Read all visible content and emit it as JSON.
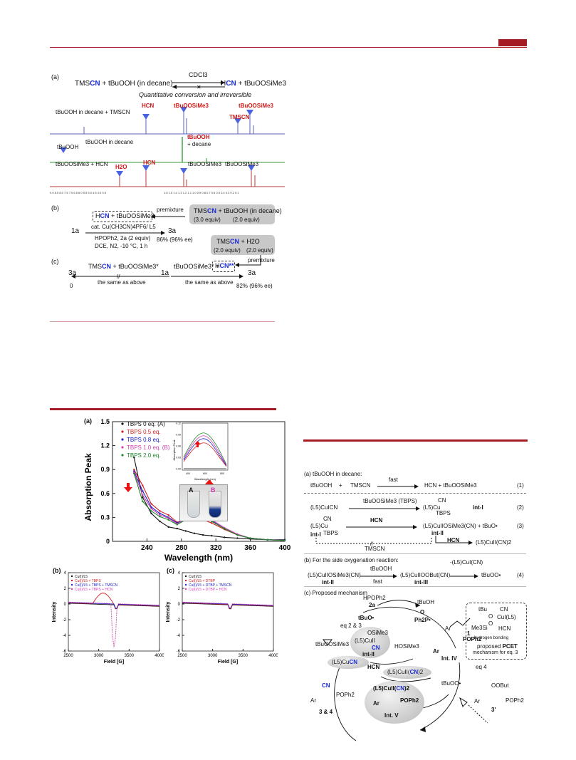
{
  "scheme_top": {
    "label_a": "(a)",
    "reactant1": "TMS",
    "reactant1_cn": "CN",
    "plus1": "+",
    "reactant2": "tBuOOH (in decane)",
    "solvent": "CDCl3",
    "product1_h": "H",
    "product1_cn": "CN",
    "plus2": "+",
    "product2": "tBuOOSiMe3",
    "note": "Quantitative conversion and irreversible",
    "nmr_labels": {
      "row1": "tBuOOH in decane + TMSCN",
      "row2": "tBuOOH in decane",
      "row2b": "tBuOOH",
      "row2c": "tBuOOH",
      "row2d": "+ decane",
      "row3": "tBuOOSiMe3 + HCN",
      "hcn1": "HCN",
      "hcn2": "HCN",
      "buoosime3_1": "tBuOOSiMe3",
      "buoosime3_2": "tBuOOSiMe3",
      "buoosime3_3": "tBuOOSiMe3",
      "buoosime3_4": "tBuOOSiMe3",
      "tmscn": "TMSCN",
      "h2o": "H2O"
    },
    "label_b": "(b)",
    "b_box1_h": "H",
    "b_box1_cn": "CN",
    "b_box1_rest": "+ tBuOOSiMe3",
    "premixture1": "premixture",
    "b_grey1_line1_a": "TMS",
    "b_grey1_line1_cn": "CN",
    "b_grey1_line1_b": "+ tBuOOH (in decane)",
    "b_grey1_eq1": "(3.0 equiv)",
    "b_grey1_eq2": "(2.0 equiv)",
    "reagent_line1": "cat. Cu(CH3CN)4PF6/ L5",
    "reagent_line2": "HPOPh2, 2a (2 equiv)",
    "reagent_line3": "DCE, N2, -10 °C, 1 h",
    "sm1": "1a",
    "prod1": "3a",
    "yield1": "86% (96% ee)",
    "b_grey2_a": "TMS",
    "b_grey2_cn": "CN",
    "b_grey2_b": "+ H2O",
    "b_grey2_eq1": "(2.0 equiv)",
    "b_grey2_eq2": "(2.0 equiv)",
    "premixture2": "premixture",
    "label_c": "(c)",
    "c_left_a": "TMS",
    "c_left_cn": "CN",
    "c_left_b": "+ tBuOOSiMe3*",
    "c_3a": "3a",
    "c_1a": "1a",
    "c_3a2": "3a",
    "c_same1": "the same as above",
    "c_zero": "0",
    "c_mid": "tBuOOSiMe3* +",
    "c_box_h": "H",
    "c_box_cn": "CN**",
    "c_same2": "the same as above",
    "yield2": "82% (96% ee)"
  },
  "uv_chart": {
    "label": "(a)",
    "chart_data": {
      "type": "scatter",
      "title": "",
      "xlabel": "Wavelength (nm)",
      "ylabel": "Absorption Peak",
      "xlim": [
        200,
        400
      ],
      "ylim": [
        0,
        1.5
      ],
      "xticks": [
        "240",
        "280",
        "320",
        "360",
        "400"
      ],
      "yticks": [
        "0",
        "0.3",
        "0.6",
        "0.9",
        "1.2",
        "1.5"
      ],
      "legend": "top-left",
      "series": [
        {
          "name": "TBPS 0 eq. (A)",
          "color": "#111111",
          "x": [
            225,
            235,
            245,
            255,
            265,
            275,
            285,
            295,
            305,
            315,
            330,
            345,
            360,
            380,
            400
          ],
          "y": [
            1.05,
            0.55,
            0.35,
            0.25,
            0.18,
            0.16,
            0.13,
            0.1,
            0.08,
            0.07,
            0.05,
            0.04,
            0.03,
            0.02,
            0.02
          ]
        },
        {
          "name": "TBPS 0.5 eq.",
          "color": "#d21f1f",
          "x": [
            225,
            235,
            245,
            255,
            265,
            275,
            285,
            295,
            305,
            315,
            330,
            345,
            360,
            380,
            400
          ],
          "y": [
            0.9,
            0.7,
            0.47,
            0.38,
            0.33,
            0.24,
            0.27,
            0.28,
            0.27,
            0.23,
            0.15,
            0.08,
            0.04,
            0.02,
            0.01
          ]
        },
        {
          "name": "TBPS 0.8 eq.",
          "color": "#1a22c8",
          "x": [
            225,
            235,
            245,
            255,
            265,
            275,
            285,
            295,
            305,
            315,
            330,
            345,
            360,
            380,
            400
          ],
          "y": [
            0.88,
            0.63,
            0.43,
            0.35,
            0.3,
            0.23,
            0.28,
            0.31,
            0.3,
            0.26,
            0.16,
            0.08,
            0.04,
            0.02,
            0.01
          ]
        },
        {
          "name": "TBPS 1.0 eq. (B)",
          "color": "#d33fb0",
          "x": [
            225,
            235,
            245,
            255,
            265,
            275,
            285,
            295,
            305,
            315,
            330,
            345,
            360,
            380,
            400
          ],
          "y": [
            0.86,
            0.58,
            0.41,
            0.33,
            0.29,
            0.22,
            0.28,
            0.33,
            0.32,
            0.27,
            0.17,
            0.09,
            0.04,
            0.02,
            0.01
          ]
        },
        {
          "name": "TBPS 2.0 eq.",
          "color": "#1f8a2a",
          "x": [
            225,
            235,
            245,
            255,
            265,
            275,
            285,
            295,
            305,
            315,
            330,
            345,
            360,
            380,
            400
          ],
          "y": [
            0.85,
            0.5,
            0.38,
            0.31,
            0.27,
            0.21,
            0.27,
            0.31,
            0.3,
            0.25,
            0.16,
            0.08,
            0.04,
            0.02,
            0.01
          ]
        }
      ]
    },
    "inset": {
      "xlabel": "Wavelength (nm)",
      "ylabel": "Absorption Peak",
      "yticks": [
        "0.00",
        "0.03",
        "0.06",
        "0.09",
        "0.12"
      ],
      "xticks": [
        "400",
        "600",
        "800"
      ],
      "vial_a": "A",
      "vial_b": "B"
    }
  },
  "epr_b": {
    "label": "(b)",
    "chart_data": {
      "type": "line",
      "xlabel": "Field [G]",
      "ylabel": "Intensity",
      "xlim": [
        2500,
        4000
      ],
      "ylim": [
        -6,
        4
      ],
      "xticks": [
        "2500",
        "3000",
        "3500",
        "4000"
      ],
      "yticks": [
        "-6",
        "-4",
        "-2",
        "0",
        "2",
        "4"
      ],
      "series": [
        {
          "name": "Cu(I)/L5",
          "color": "#111111"
        },
        {
          "name": "Cu(I)/L5 + TBPS",
          "color": "#d21f1f"
        },
        {
          "name": "Cu(I)/L5 + TBPS + TMSCN",
          "color": "#1a22c8"
        },
        {
          "name": "Cu(I)/L5 + TBPS + HCN",
          "color": "#d33fb0"
        }
      ]
    }
  },
  "epr_c": {
    "label": "(c)",
    "chart_data": {
      "type": "line",
      "xlabel": "Field [G]",
      "ylabel": "Intensity",
      "xlim": [
        2500,
        4000
      ],
      "ylim": [
        -6,
        4
      ],
      "xticks": [
        "2500",
        "3000",
        "3500",
        "4000"
      ],
      "yticks": [
        "-6",
        "-4",
        "-2",
        "0",
        "2",
        "4"
      ],
      "series": [
        {
          "name": "Cu(I)/L5",
          "color": "#111111"
        },
        {
          "name": "Cu(I)/L5 + DTBP",
          "color": "#d21f1f"
        },
        {
          "name": "Cu(I)/L5 + DTBP + TMSCN",
          "color": "#1a22c8"
        },
        {
          "name": "Cu(I)/L5 + DTBP + HCN",
          "color": "#d33fb0"
        }
      ]
    }
  },
  "mechanism": {
    "a_title": "(a) tBuOOH in decane:",
    "eq1_left": "tBuOOH",
    "eq1_plus": "+",
    "eq1_tmscn": "TMSCN",
    "eq1_fast": "fast",
    "eq1_right": "HCN + tBuOOSiMe3",
    "eq1_num": "(1)",
    "eq2_left": "(L5)CuICN",
    "eq2_reagent": "tBuOOSiMe3 (TBPS)",
    "eq2_cn": "CN",
    "eq2_right": "(L5)Cu",
    "eq2_tbps": "TBPS",
    "eq2_int": "int-I",
    "eq2_num": "(2)",
    "eq3_left": "(L5)Cu",
    "eq3_cn": "CN",
    "eq3_tbps": "TBPS",
    "eq3_int1": "int-I",
    "eq3_hcn": "HCN",
    "eq3_right": "(L5)CuIIOSiMe3(CN) + tBuO•",
    "eq3_int2": "int-II",
    "eq3_hcn2": "HCN",
    "eq3_product": "(L5)CuII(CN)2",
    "eq3_tmscn": "TMSCN",
    "eq3_num": "(3)",
    "b_title": "(b) For the side oxygenation reaction:",
    "eq4_left": "(L5)CuIIOSiMe3(CN)",
    "eq4_int2": "int-II",
    "eq4_reagent": "tBuOOH",
    "eq4_fast": "fast",
    "eq4_mid": "(L5)CuIIOOBut(CN)",
    "eq4_int3": "int-III",
    "eq4_reagent2": "-(L5)CuI(CN)",
    "eq4_right": "tBuOO•",
    "eq4_num": "(4)",
    "c_title": "(c) Proposed mechanism",
    "hpoph2": "HPOPh2",
    "r2a": "2a",
    "tbuoh": "tBuOH",
    "tbuo_rad": "tBuO•",
    "ph2p": "Ph2P•",
    "ph2p_o": "O",
    "eq23": "eq 2 & 3",
    "tbuoosime3": "tBuOOSiMe3",
    "int2_osime3": "OSiMe3",
    "int2_cu": "(L5)CuII",
    "int2_cn": "CN",
    "int2_label": "int-II",
    "cucn_l": "(L5)Cu",
    "cucn_cn": "CN",
    "hosime3": "HOSiMe3",
    "hcn": "HCN",
    "cu2cn2_l": "(L5)CuII(",
    "cu2cn2_cn": "CN",
    "cu2cn2_r": ")2",
    "int4_ar": "Ar",
    "int4_poph2": "POPh2",
    "int4_label": "Int. IV",
    "olefin_ar": "Ar",
    "olefin_num": "1",
    "eq4_ref": "eq 4",
    "tbuoo_rad": "tBuOO•",
    "oobut": "OOBut",
    "prod3_ar": "Ar",
    "prod3_poph2": "POPh2",
    "prod3_label": "3'",
    "int5_top_l": "(L5)CuII(",
    "int5_top_cn": "CN",
    "int5_top_r": ")2",
    "int5_ar": "Ar",
    "int5_poph2": "POPh2",
    "int5_label": "Int. V",
    "p34_cn": "CN",
    "p34_ar": "Ar",
    "p34_poph2": "POPh2",
    "p34_label": "3 & 4",
    "pcet_bu": "tBu",
    "pcet_o1": "O",
    "pcet_o2": "O",
    "pcet_cn": "CN",
    "pcet_cu": "CuI(L5)",
    "pcet_me3si": "Me3Si",
    "pcet_hcn": "HCN",
    "pcet_hb": "hydrogen bonding",
    "pcet_prop": "proposed",
    "pcet_word": "PCET",
    "pcet_mech": "mechanism for eq. 3"
  }
}
